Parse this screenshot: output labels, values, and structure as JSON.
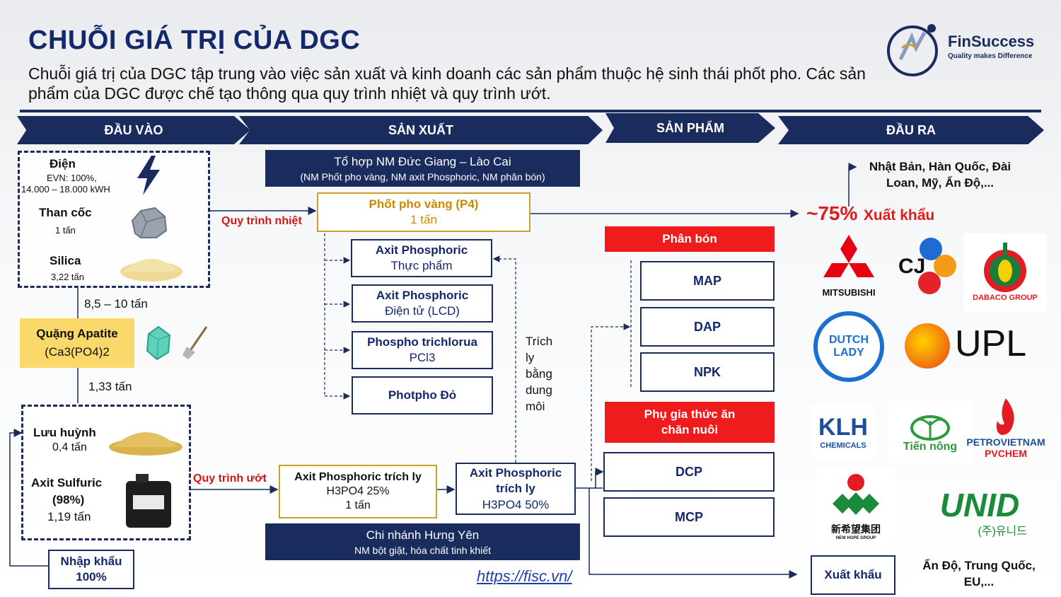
{
  "title": "CHUỖI GIÁ TRỊ CỦA DGC",
  "subtitle": "Chuỗi giá trị của DGC tập trung vào việc sản xuất và kinh doanh các sản phẩm thuộc hệ sinh thái phốt pho. Các sản phẩm của DGC được chế tạo thông qua quy trình nhiệt và quy trình ướt.",
  "brand": {
    "name": "FinSuccess",
    "tagline": "Quality makes Difference"
  },
  "sections": {
    "input": "ĐẦU VÀO",
    "production": "SẢN XUẤT",
    "product": "SẢN PHẨM",
    "output": "ĐẦU RA"
  },
  "inputs": {
    "electricity": {
      "label": "Điện",
      "detail1": "EVN: 100%,",
      "detail2": "14.000 – 18.000 kWH"
    },
    "coke": {
      "label": "Than cốc",
      "detail": "1 tấn"
    },
    "silica": {
      "label": "Silica",
      "detail": "3,22 tấn"
    },
    "ratio1": "8,5 – 10 tấn",
    "apatite": {
      "label": "Quặng Apatite",
      "formula": "(Ca3(PO4)2"
    },
    "ratio2": "1,33 tấn",
    "sulfur": {
      "label": "Lưu huỳnh",
      "detail": "0,4 tấn"
    },
    "sulfuric": {
      "label": "Axit Sulfuric",
      "conc": "(98%)",
      "detail": "1,19 tấn"
    },
    "import": {
      "label": "Nhập khẩu",
      "pct": "100%"
    }
  },
  "process": {
    "thermal": "Quy trình nhiệt",
    "wet": "Quy trình ướt"
  },
  "production": {
    "complex": {
      "line1": "Tổ hợp NM Đức Giang – Lào Cai",
      "line2": "(NM Phốt pho vàng, NM axit Phosphoric, NM phân bón)"
    },
    "p4": {
      "line1": "Phốt pho vàng (P4)",
      "line2": "1 tấn"
    },
    "food": {
      "line1": "Axit Phosphoric",
      "line2": "Thực phẩm"
    },
    "lcd": {
      "line1": "Axit Phosphoric",
      "line2": "Điện tử (LCD)"
    },
    "pcl3": {
      "line1": "Phospho trichlorua",
      "line2": "PCl3"
    },
    "red_p": "Photpho Đỏ",
    "extraction_note": "Trích ly bằng dung môi",
    "wet25": {
      "line1": "Axit Phosphoric trích ly",
      "line2": "H3PO4 25%",
      "line3": "1 tấn"
    },
    "wet50": {
      "line1": "Axit Phosphoric trích ly",
      "line2": "H3PO4 50%"
    },
    "hungyen": {
      "line1": "Chi nhánh Hưng Yên",
      "line2": "NM bột giặt, hóa chất tinh khiết"
    }
  },
  "products": {
    "fertilizer": "Phân bón",
    "map": "MAP",
    "dap": "DAP",
    "npk": "NPK",
    "feed": "Phụ gia thức ăn chăn nuôi",
    "dcp": "DCP",
    "mcp": "MCP"
  },
  "outputs": {
    "markets1": "Nhật Bản, Hàn Quốc, Đài Loan, Mỹ, Ấn Độ,...",
    "export_pct": "~75%",
    "export_label": "Xuất khẩu",
    "export_box": "Xuất khẩu",
    "markets2": "Ấn Độ, Trung Quốc, EU,...",
    "logos": {
      "mitsubishi": "MITSUBISHI",
      "cj": "CJ",
      "dabaco": "DABACO GROUP",
      "dutchlady1": "DUTCH",
      "dutchlady2": "LADY",
      "upl": "UPL",
      "klh1": "KLH",
      "klh2": "CHEMICALS",
      "tiennong": "Tiến nông",
      "pv1": "PETROVIETNAM",
      "pv2": "PVCHEM",
      "newhope1": "新希望集团",
      "newhope2": "NEW HOPE GROUP",
      "unid1": "UNID",
      "unid2": "(주)유니드"
    }
  },
  "url": "https://fisc.vn/",
  "colors": {
    "navy": "#1a2b5e",
    "red": "#ee1c1c",
    "gold": "#c9a227",
    "yellow": "#fbd86a"
  }
}
